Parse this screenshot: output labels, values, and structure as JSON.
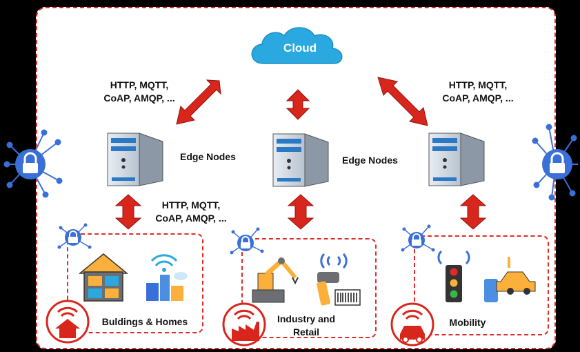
{
  "cloud": {
    "label": "Cloud"
  },
  "protocols": {
    "left_top": "HTTP, MQTT,\nCoAP, AMQP, ...",
    "right_top": "HTTP, MQTT,\nCoAP, AMQP, ...",
    "left_bottom": "HTTP, MQTT,\nCoAP, AMQP, ..."
  },
  "edge_nodes": {
    "left_label": "Edge Nodes",
    "right_label": "Edge Nodes"
  },
  "domains": [
    {
      "label": "Buldings & Homes"
    },
    {
      "label": "Industry and\nRetail"
    },
    {
      "label": "Mobility"
    }
  ],
  "colors": {
    "accent_red": "#d9261c",
    "cloud_blue": "#29a9e0",
    "server_blue": "#2b78c5",
    "lock_blue": "#3a6fd8"
  }
}
